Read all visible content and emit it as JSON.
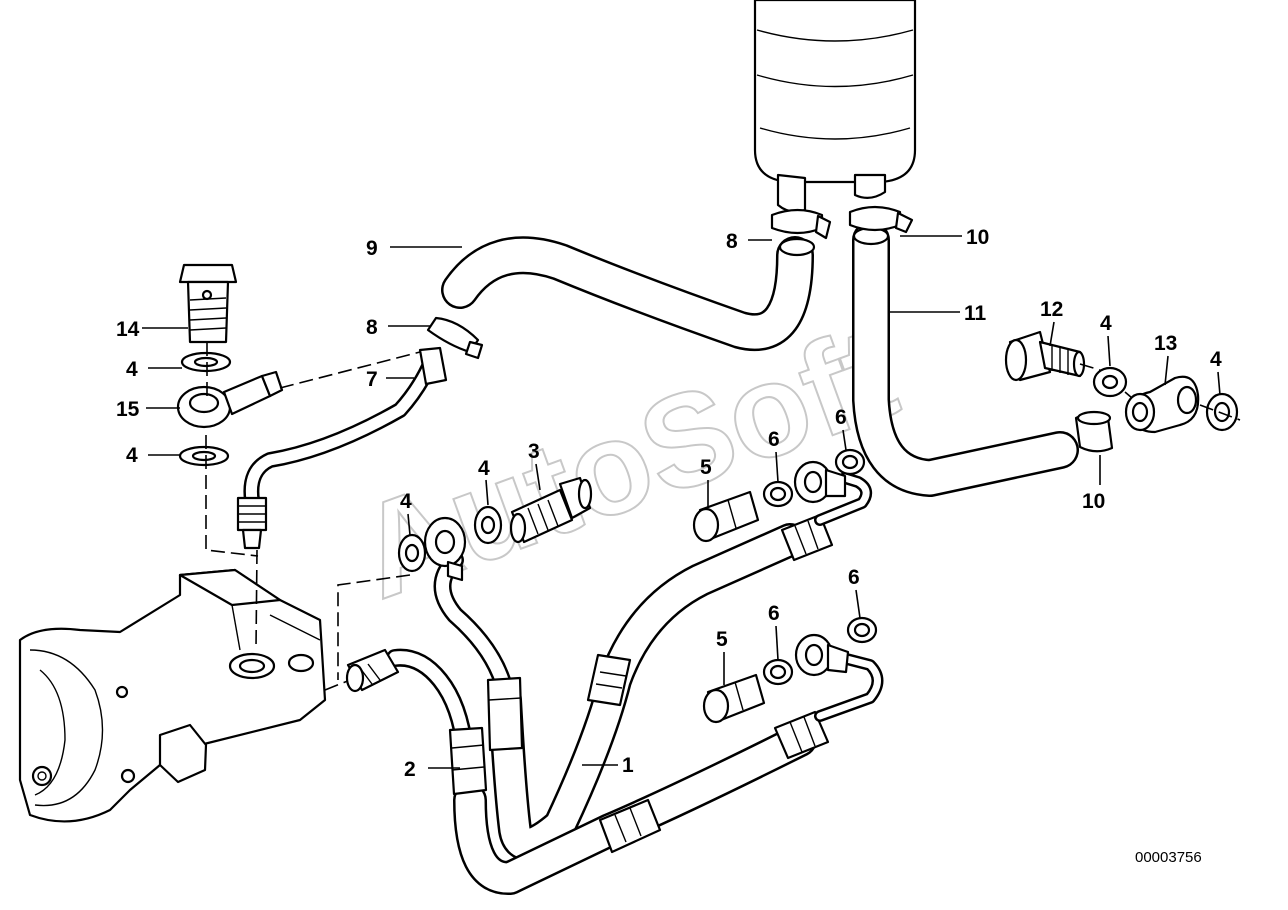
{
  "diagram": {
    "drawing_number": "00003756",
    "watermark": "AutoSoft",
    "callouts": [
      {
        "id": "c1",
        "text": "1"
      },
      {
        "id": "c2",
        "text": "2"
      },
      {
        "id": "c3",
        "text": "3"
      },
      {
        "id": "c4a",
        "text": "4"
      },
      {
        "id": "c4b",
        "text": "4"
      },
      {
        "id": "c4c",
        "text": "4"
      },
      {
        "id": "c4d",
        "text": "4"
      },
      {
        "id": "c4e",
        "text": "4"
      },
      {
        "id": "c4f",
        "text": "4"
      },
      {
        "id": "c5a",
        "text": "5"
      },
      {
        "id": "c5b",
        "text": "5"
      },
      {
        "id": "c6a",
        "text": "6"
      },
      {
        "id": "c6b",
        "text": "6"
      },
      {
        "id": "c6c",
        "text": "6"
      },
      {
        "id": "c6d",
        "text": "6"
      },
      {
        "id": "c7",
        "text": "7"
      },
      {
        "id": "c8a",
        "text": "8"
      },
      {
        "id": "c8b",
        "text": "8"
      },
      {
        "id": "c9",
        "text": "9"
      },
      {
        "id": "c10a",
        "text": "10"
      },
      {
        "id": "c10b",
        "text": "10"
      },
      {
        "id": "c11",
        "text": "11"
      },
      {
        "id": "c12",
        "text": "12"
      },
      {
        "id": "c13",
        "text": "13"
      },
      {
        "id": "c14",
        "text": "14"
      },
      {
        "id": "c15",
        "text": "15"
      }
    ]
  }
}
